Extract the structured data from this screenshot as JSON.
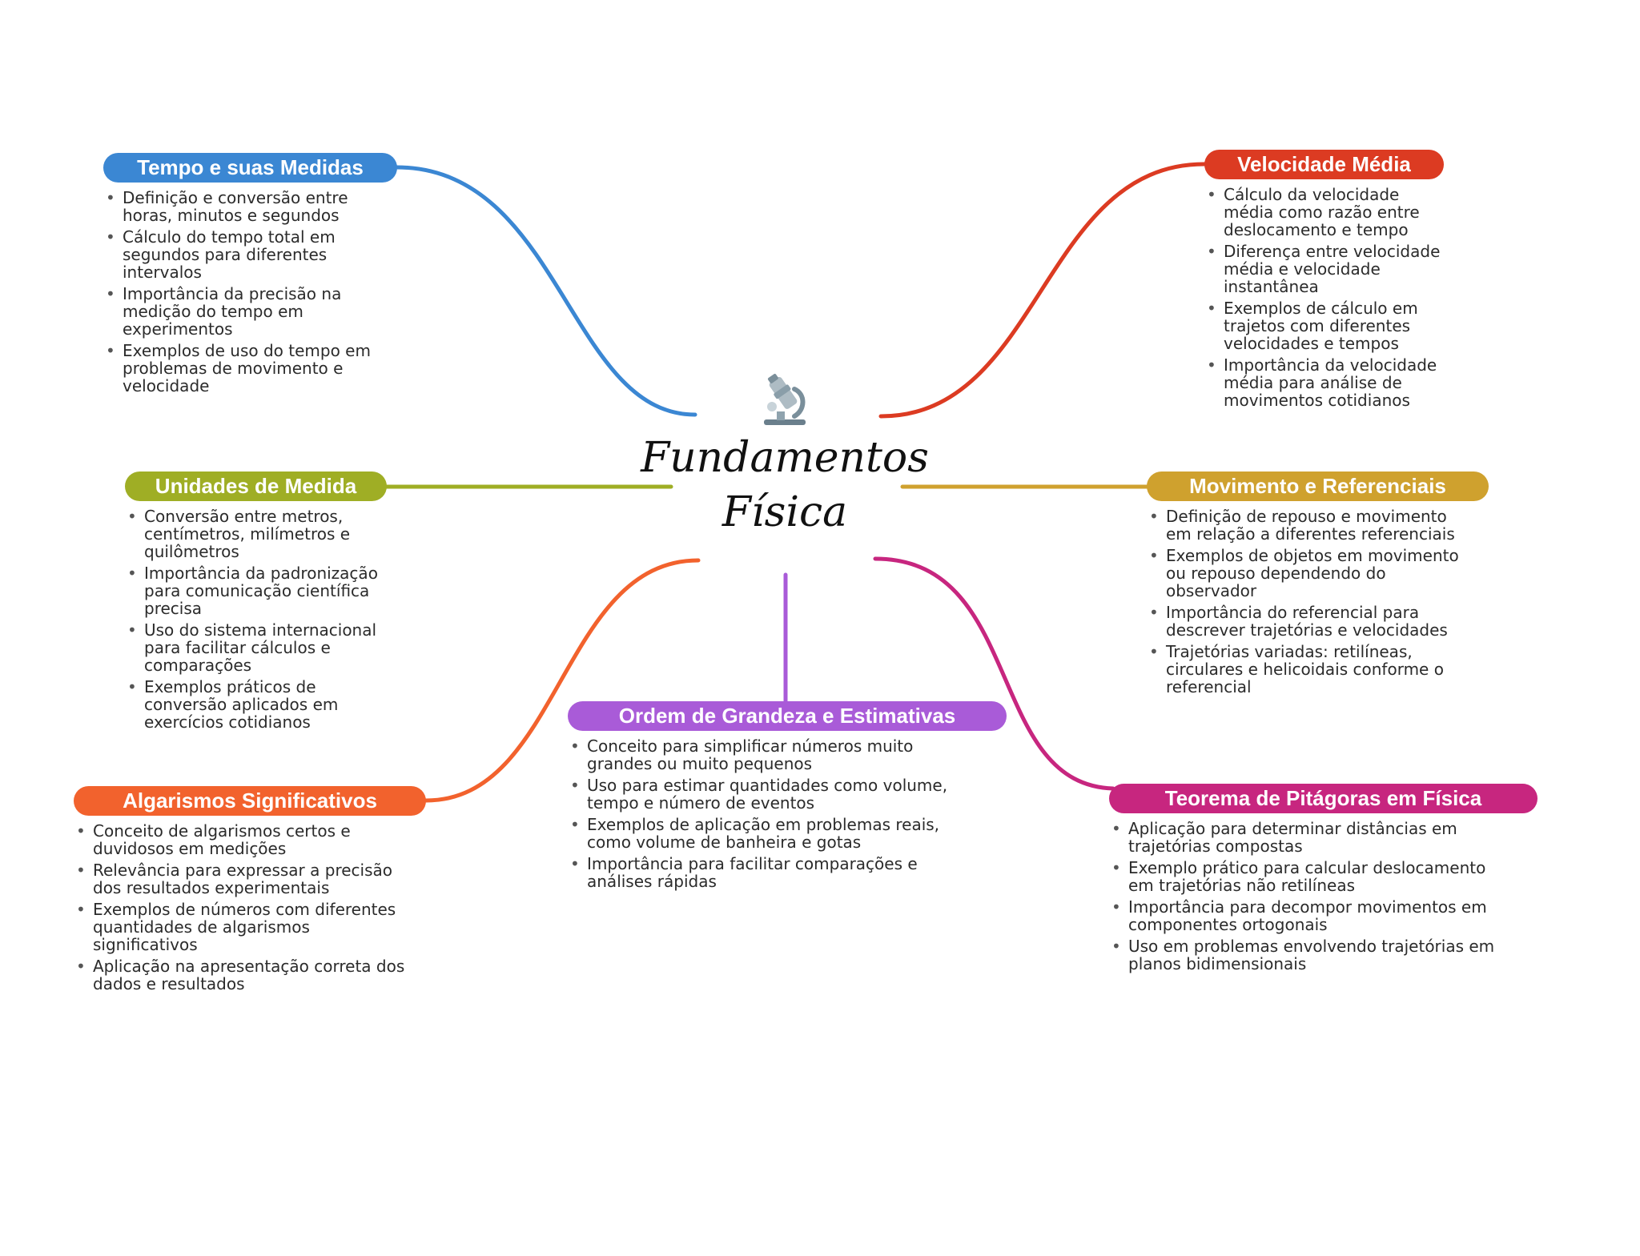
{
  "central": {
    "title": "Fundamentos Física",
    "icon": "microscope-icon"
  },
  "branches": [
    {
      "id": "tempo",
      "title": "Tempo e suas Medidas",
      "color": "#3b87d3",
      "items": [
        "Definição e conversão entre horas, minutos e segundos",
        "Cálculo do tempo total em segundos para diferentes intervalos",
        "Importância da precisão na medição do tempo em experimentos",
        "Exemplos de uso do tempo em problemas de movimento e velocidade"
      ]
    },
    {
      "id": "unidades",
      "title": "Unidades de Medida",
      "color": "#9fae25",
      "items": [
        "Conversão entre metros, centímetros, milímetros e quilômetros",
        "Importância da padronização para comunicação científica precisa",
        "Uso do sistema internacional para facilitar cálculos e comparações",
        "Exemplos práticos de conversão aplicados em exercícios cotidianos"
      ]
    },
    {
      "id": "algarismos",
      "title": "Algarismos Significativos",
      "color": "#f2622d",
      "items": [
        "Conceito de algarismos certos e duvidosos em medições",
        "Relevância para expressar a precisão dos resultados experimentais",
        "Exemplos de números com diferentes quantidades de algarismos significativos",
        "Aplicação na apresentação correta dos dados e resultados"
      ]
    },
    {
      "id": "ordem",
      "title": "Ordem de Grandeza e Estimativas",
      "color": "#a95bd8",
      "items": [
        "Conceito para simplificar números muito grandes ou muito pequenos",
        "Uso para estimar quantidades como volume, tempo e número de eventos",
        "Exemplos de aplicação em problemas reais, como volume de banheira e gotas",
        "Importância para facilitar comparações e análises rápidas"
      ]
    },
    {
      "id": "velocidade",
      "title": "Velocidade Média",
      "color": "#dc3b22",
      "items": [
        "Cálculo da velocidade média como razão entre deslocamento e tempo",
        "Diferença entre velocidade média e velocidade instantânea",
        "Exemplos de cálculo em trajetos com diferentes velocidades e tempos",
        "Importância da velocidade média para análise de movimentos cotidianos"
      ]
    },
    {
      "id": "movimento",
      "title": "Movimento e Referenciais",
      "color": "#cfa12e",
      "items": [
        "Definição de repouso e movimento em relação a diferentes referenciais",
        "Exemplos de objetos em movimento ou repouso dependendo do observador",
        "Importância do referencial para descrever trajetórias e velocidades",
        "Trajetórias variadas: retilíneas, circulares e helicoidais conforme o referencial"
      ]
    },
    {
      "id": "pitagoras",
      "title": "Teorema de Pitágoras em Física",
      "color": "#c7267f",
      "items": [
        "Aplicação para determinar distâncias em trajetórias compostas",
        "Exemplo prático para calcular deslocamento em trajetórias não retilíneas",
        "Importância para decompor movimentos em componentes ortogonais",
        "Uso em problemas envolvendo trajetórias em planos bidimensionais"
      ]
    }
  ]
}
